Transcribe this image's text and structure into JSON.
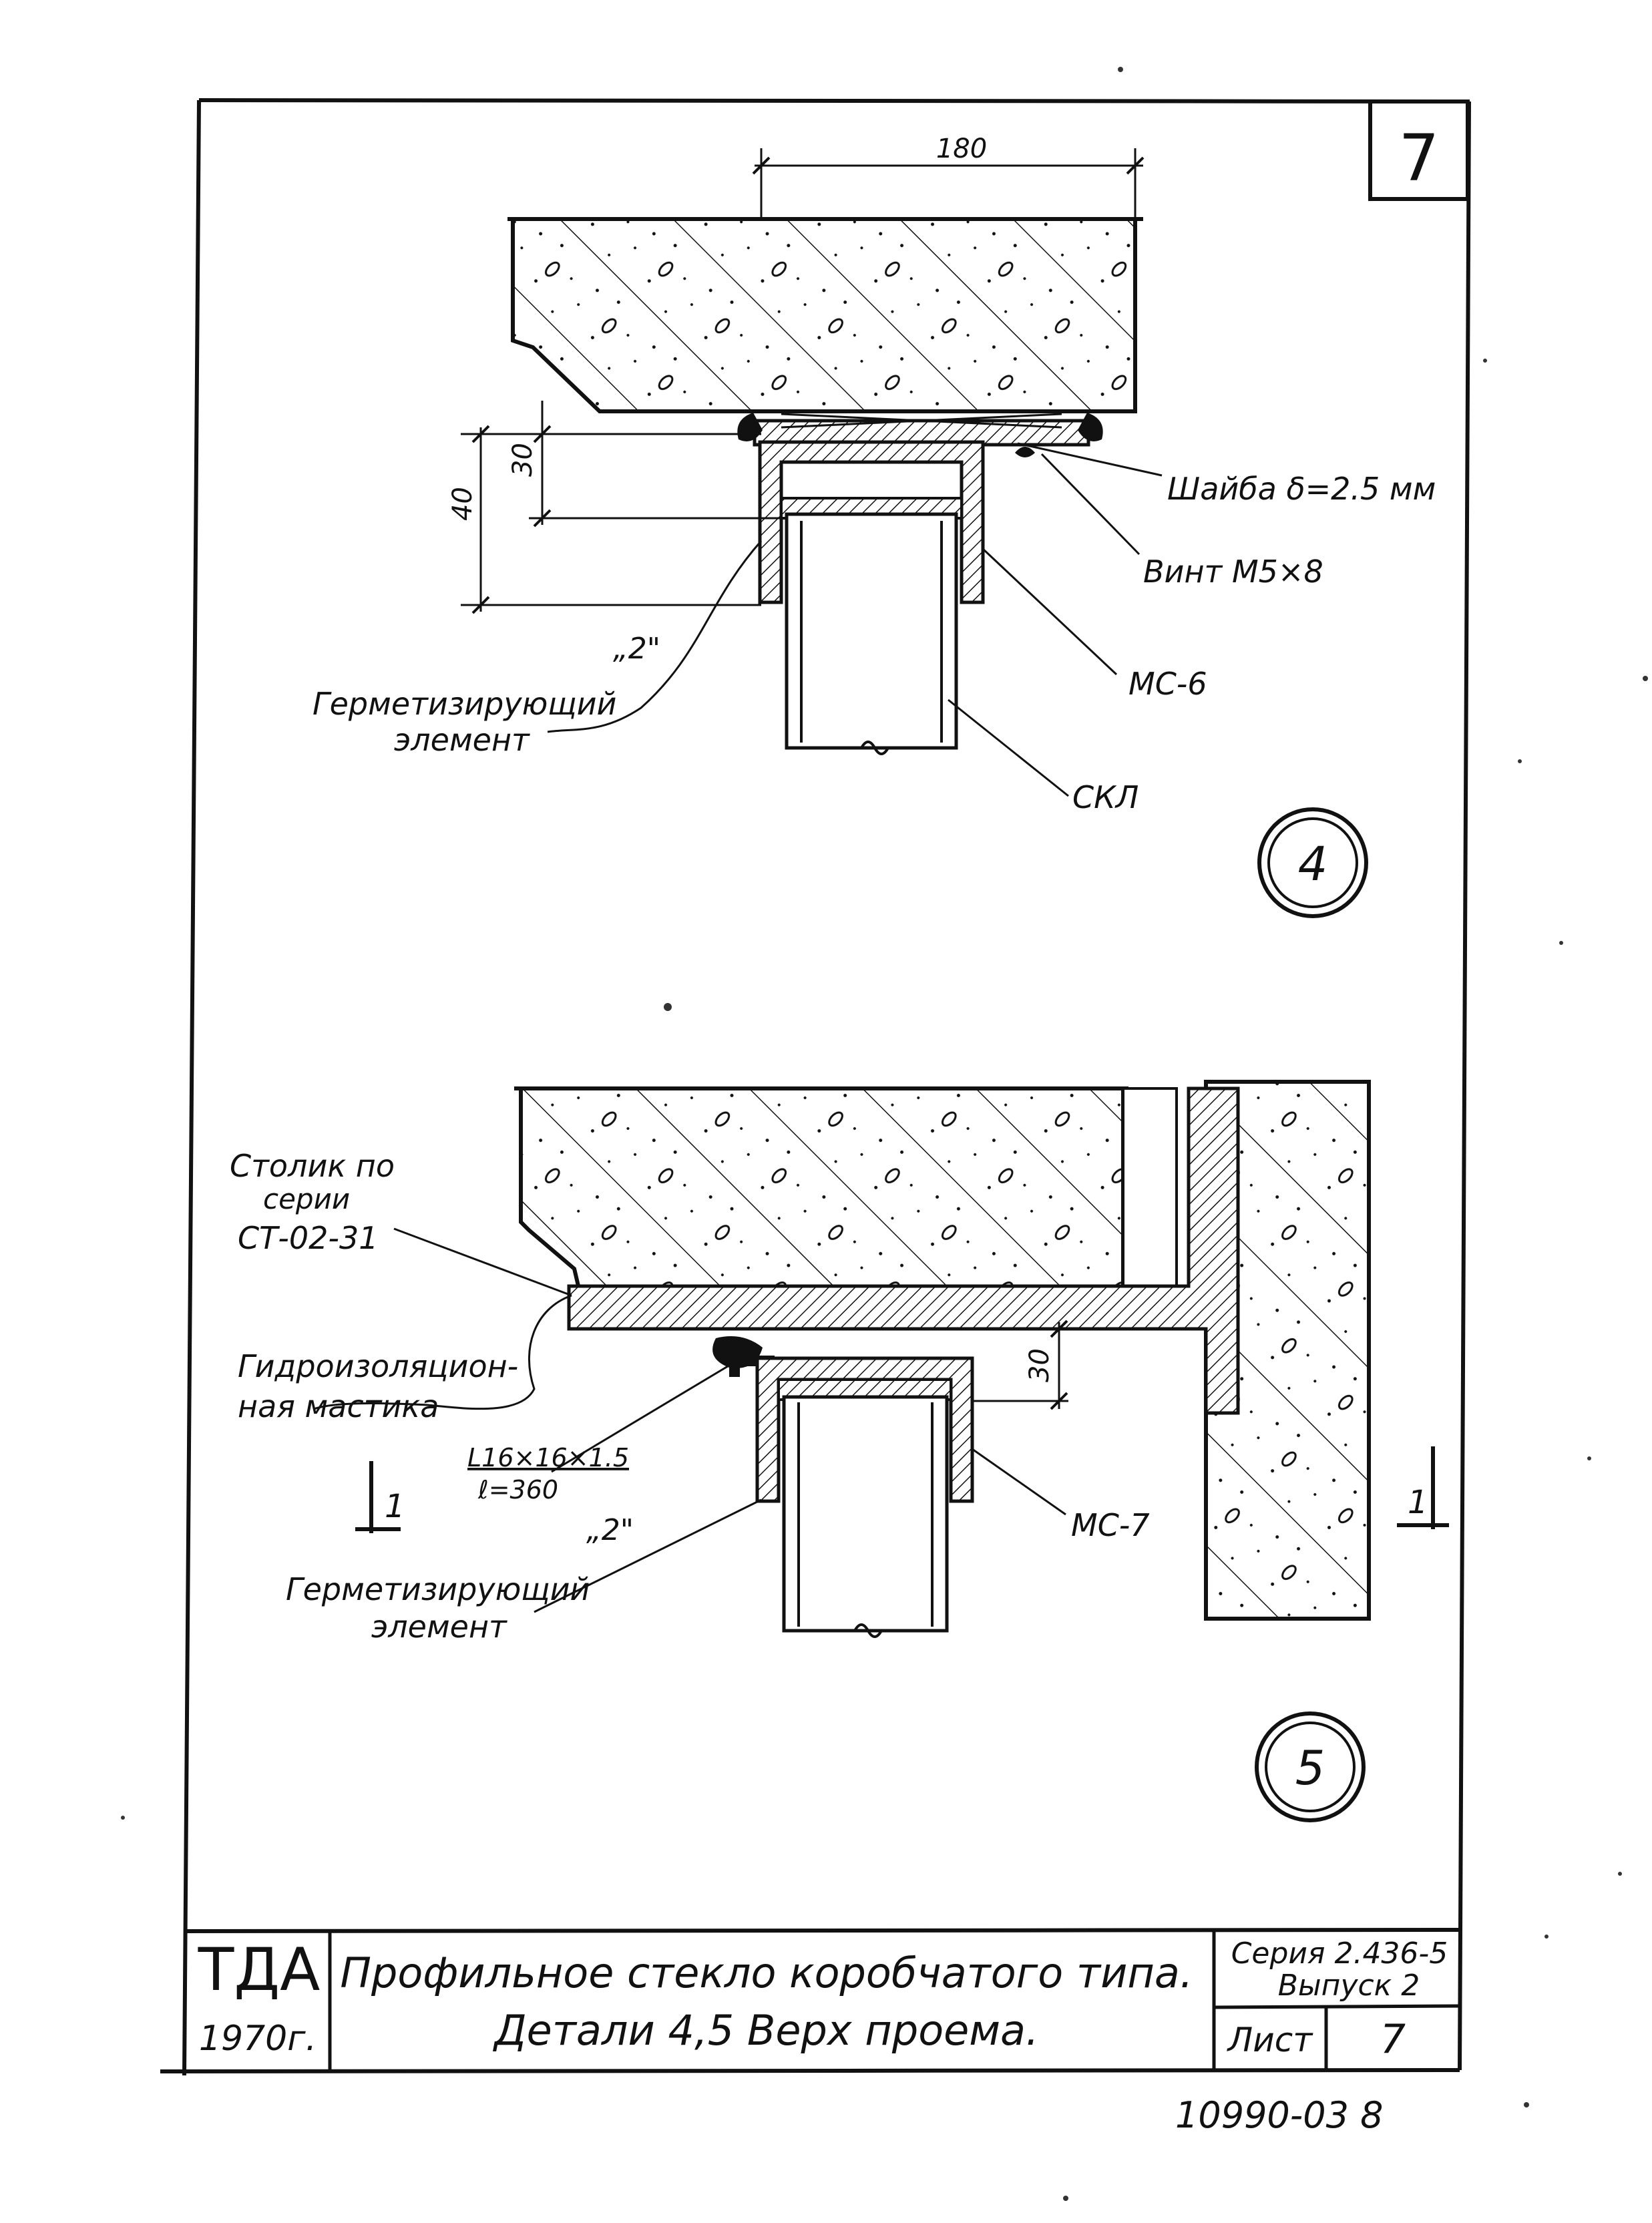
{
  "sheet_number_corner": "7",
  "detail4": {
    "dim_top": "180",
    "dim_left_outer": "40",
    "dim_left_inner": "30",
    "label_washer": "Шайба δ=2.5 мм",
    "label_screw": "Винт М5×8",
    "label_ms": "МС-6",
    "label_skl": "СКЛ",
    "label_seal_mark": "„2\"",
    "label_seal_line1": "Герметизирующий",
    "label_seal_line2": "элемент",
    "detail_number": "4"
  },
  "detail5": {
    "label_table_line1": "Столик по",
    "label_table_line2": "серии",
    "label_table_line3": "СТ-02-31",
    "label_mastic_line1": "Гидроизоляцион-",
    "label_mastic_line2": "ная мастика",
    "label_angle_line1": "L16×16×1.5",
    "label_angle_line2": "ℓ=360",
    "label_seal_mark": "„2\"",
    "label_seal_line1": "Герметизирующий",
    "label_seal_line2": "элемент",
    "dim_30": "30",
    "label_ms": "МС-7",
    "section_left": "1",
    "section_right": "1",
    "detail_number": "5"
  },
  "title_block": {
    "org": "ТДА",
    "year": "1970г.",
    "title_line1": "Профильное стекло коробчатого типа.",
    "title_line2": "Детали 4,5 Верх проема.",
    "series_line1": "Серия 2.436-5",
    "series_line2": "Выпуск 2",
    "sheet_label": "Лист",
    "sheet_value": "7"
  },
  "archive_number": "10990-03 8"
}
